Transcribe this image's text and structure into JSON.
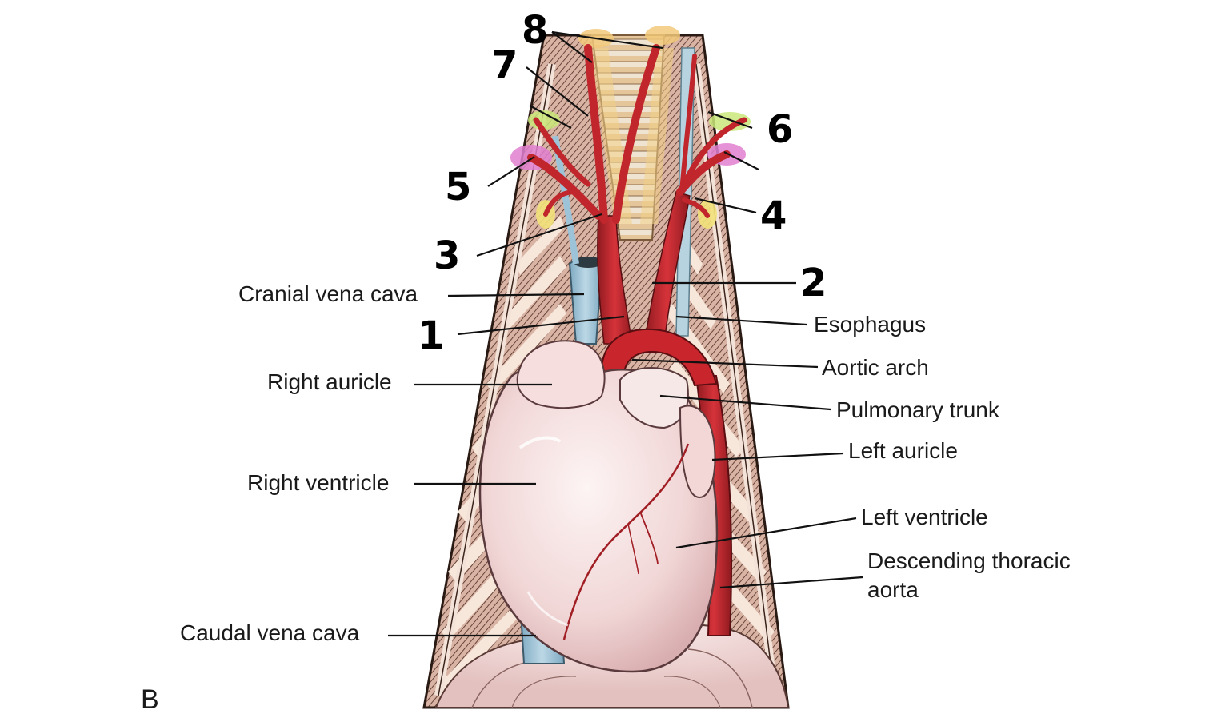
{
  "panel_letter": "B",
  "labels": {
    "cranial_vena_cava": "Cranial vena cava",
    "right_auricle": "Right auricle",
    "right_ventricle": "Right ventricle",
    "caudal_vena_cava": "Caudal vena cava",
    "esophagus": "Esophagus",
    "aortic_arch": "Aortic arch",
    "pulmonary_trunk": "Pulmonary trunk",
    "left_auricle": "Left auricle",
    "left_ventricle": "Left ventricle",
    "descending_thoracic_aorta": "Descending thoracic aorta"
  },
  "numbers": {
    "n1": "1",
    "n2": "2",
    "n3": "3",
    "n4": "4",
    "n5": "5",
    "n6": "6",
    "n7": "7",
    "n8": "8"
  },
  "colors": {
    "artery_red": "#c0262b",
    "vein_blue": "#9cc3d8",
    "heart_pink": "#f4dede",
    "trachea_tan": "#e6c99a",
    "rib_tan": "#e8c2b0",
    "highlight_green": "#c9e87a",
    "highlight_magenta": "#e07fd0",
    "highlight_yellow": "#f2e27a"
  }
}
